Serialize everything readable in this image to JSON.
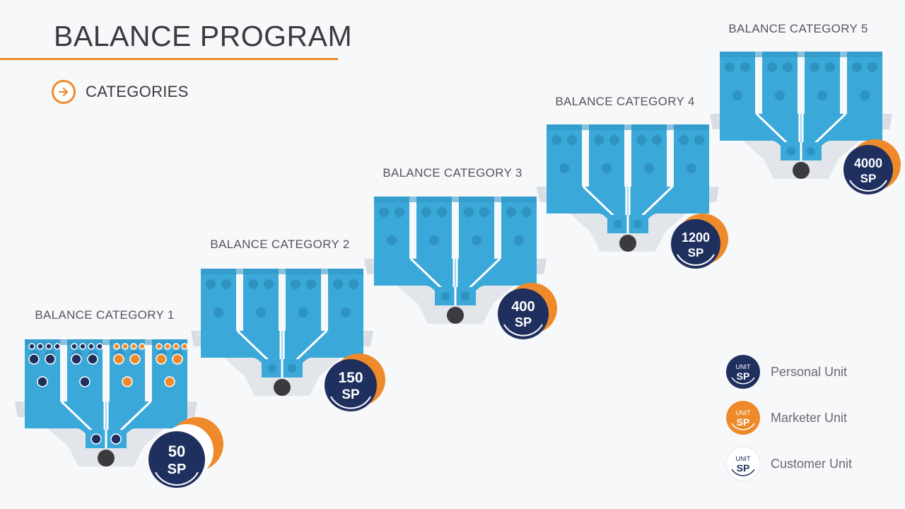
{
  "header": {
    "title": "BALANCE PROGRAM",
    "section": "CATEGORIES"
  },
  "categories": [
    {
      "label": "BALANCE CATEGORY 1",
      "points_value": "50",
      "points_unit": "SP"
    },
    {
      "label": "BALANCE CATEGORY 2",
      "points_value": "150",
      "points_unit": "SP"
    },
    {
      "label": "BALANCE CATEGORY 3",
      "points_value": "400",
      "points_unit": "SP"
    },
    {
      "label": "BALANCE CATEGORY 4",
      "points_value": "1200",
      "points_unit": "SP"
    },
    {
      "label": "BALANCE CATEGORY 5",
      "points_value": "4000",
      "points_unit": "SP"
    }
  ],
  "legend": {
    "badge_top": "UNIT",
    "badge_bottom": "SP",
    "items": [
      {
        "label": "Personal Unit",
        "color": "#1f2f5e"
      },
      {
        "label": "Marketer Unit",
        "color": "#ef8a2a"
      },
      {
        "label": "Customer Unit",
        "color": "#ffffff"
      }
    ]
  },
  "colors": {
    "funnel": "#3aa8d8",
    "funnel_dark": "#2f93c2",
    "accent": "#ef8a2a",
    "navy": "#1f2f5e"
  }
}
